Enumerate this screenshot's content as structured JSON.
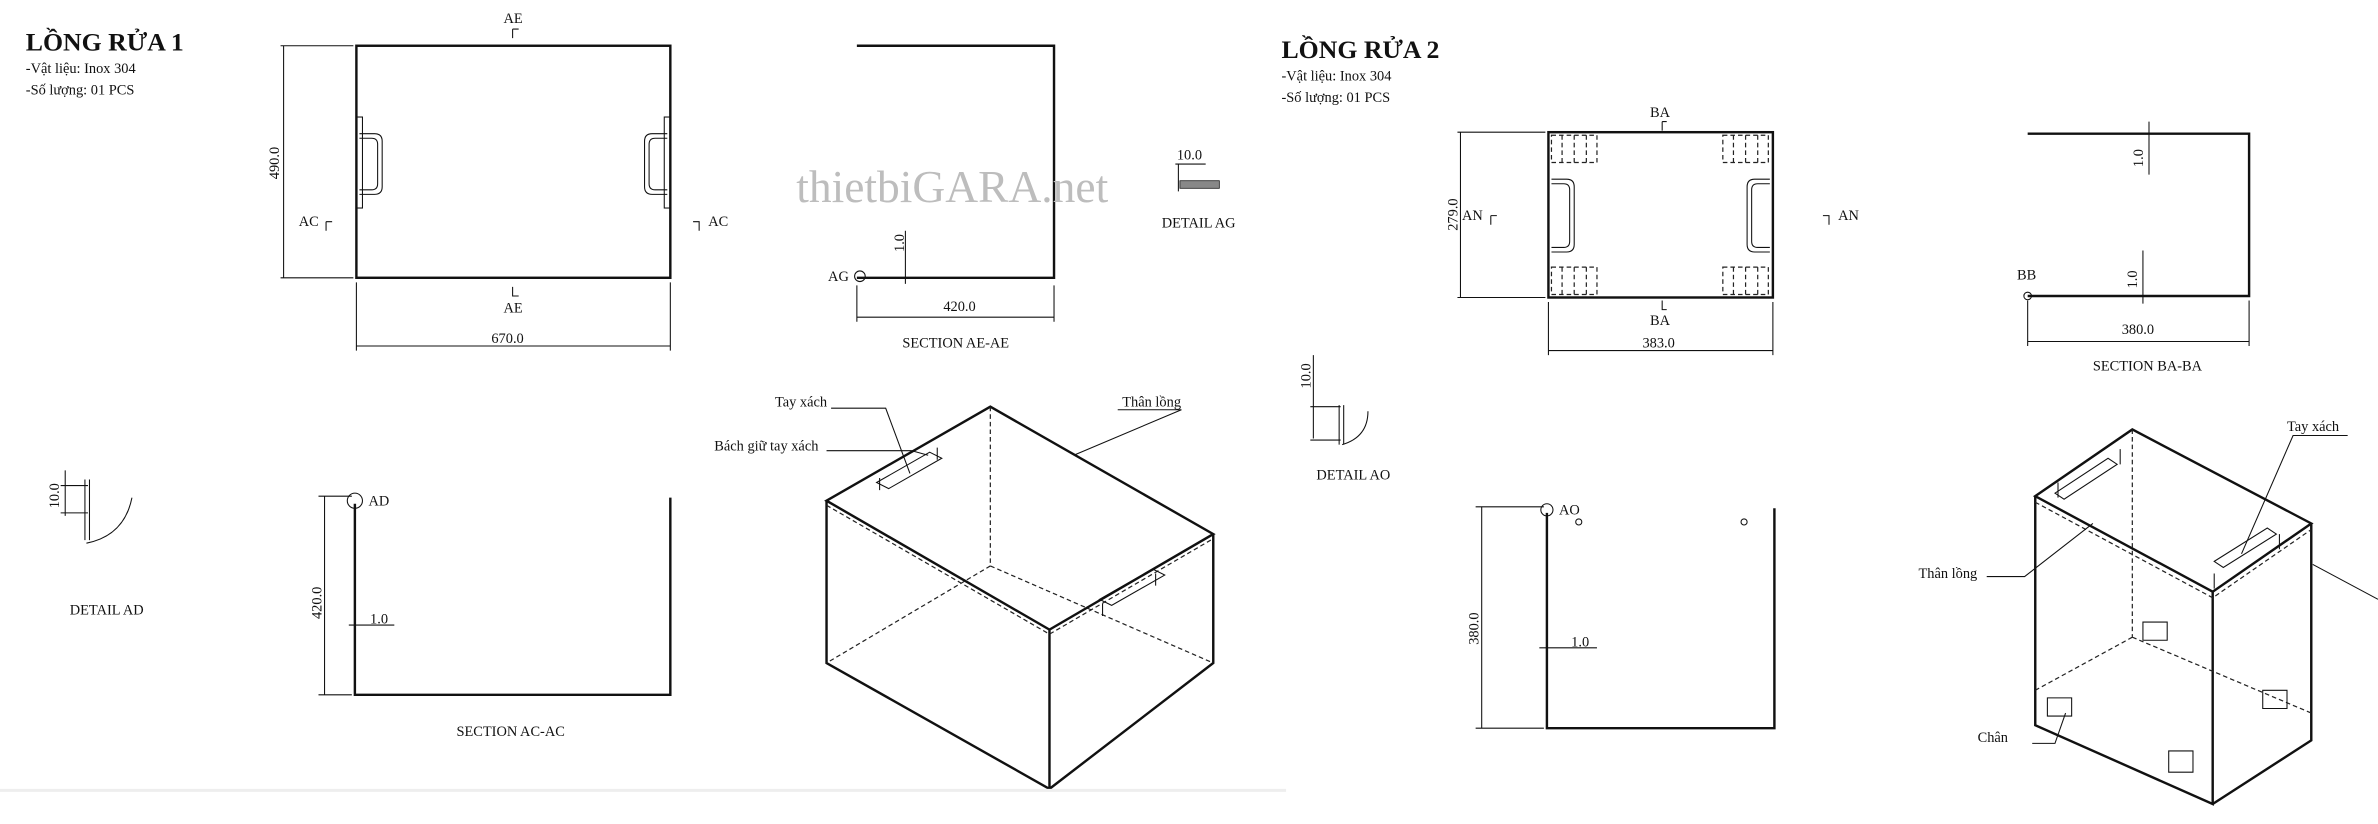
{
  "part1": {
    "title": "LỒNG RỬA 1",
    "material": "-Vật liệu: Inox 304",
    "quantity": "-Số lượng: 01 PCS",
    "plan": {
      "height_dim": "490.0",
      "width_dim": "670.0",
      "section_ae": "AE",
      "section_ac": "AC"
    },
    "section_ae": {
      "label": "SECTION AE-AE",
      "width_dim": "420.0",
      "thickness_dim": "1.0",
      "detail_ref": "AG"
    },
    "detail_ag": {
      "label": "DETAIL AG",
      "dim": "10.0"
    },
    "detail_ad": {
      "label": "DETAIL AD",
      "dim": "10.0"
    },
    "section_ac": {
      "label": "SECTION AC-AC",
      "height_dim": "420.0",
      "thickness_dim": "1.0",
      "detail_ref": "AD"
    },
    "iso": {
      "handle": "Tay xách",
      "handle_bracket": "Bách giữ tay xách",
      "body": "Thân lồng"
    }
  },
  "watermark": "thietbiGARA.net",
  "part2": {
    "title": "LỒNG RỬA 2",
    "material": "-Vật liệu: Inox 304",
    "quantity": "-Số lượng: 01 PCS",
    "plan": {
      "height_dim": "279.0",
      "width_dim": "383.0",
      "section_ba": "BA",
      "section_an": "AN"
    },
    "section_ba": {
      "label": "SECTION BA-BA",
      "width_dim": "380.0",
      "thickness_dim": "1.0",
      "detail_ref": "BB"
    },
    "detail_ao": {
      "label": "DETAIL AO",
      "dim": "10.0"
    },
    "section_ao": {
      "height_dim": "380.0",
      "thickness_dim": "1.0",
      "detail_ref": "AO"
    },
    "iso": {
      "handle": "Tay xách",
      "body": "Thân lồng",
      "leg": "Chân"
    }
  }
}
